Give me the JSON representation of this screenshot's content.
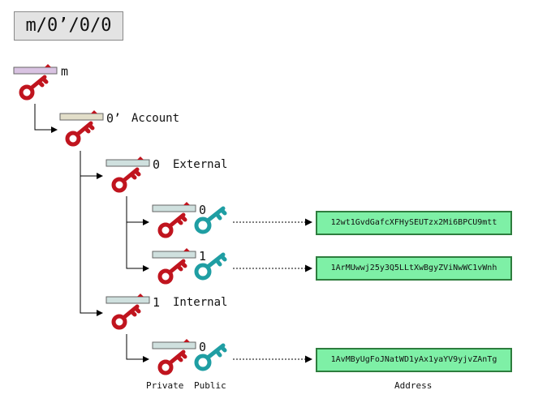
{
  "path": "m/0’/0/0",
  "nodes": {
    "root": {
      "label": "m"
    },
    "account": {
      "index": "0’",
      "label": "Account"
    },
    "external": {
      "index": "0",
      "label": "External"
    },
    "ext0": {
      "index": "0"
    },
    "ext1": {
      "index": "1"
    },
    "internal": {
      "index": "1",
      "label": "Internal"
    },
    "int0": {
      "index": "0"
    }
  },
  "addresses": {
    "ext0": "12wt1GvdGafcXFHySEUTzx2Mi6BPCU9mtt",
    "ext1": "1ArMUwwj25y3Q5LLtXwBgyZViNwWC1vWnh",
    "int0": "1AvMByUgFoJNatWD1yAx1yaYV9yjvZAnTg"
  },
  "footer": {
    "private": "Private",
    "public": "Public",
    "address": "Address"
  },
  "colors": {
    "private_key": "#c0141e",
    "public_key": "#1f9ea3",
    "address_fill": "#7ef0a6",
    "address_border": "#2e7d3e"
  }
}
